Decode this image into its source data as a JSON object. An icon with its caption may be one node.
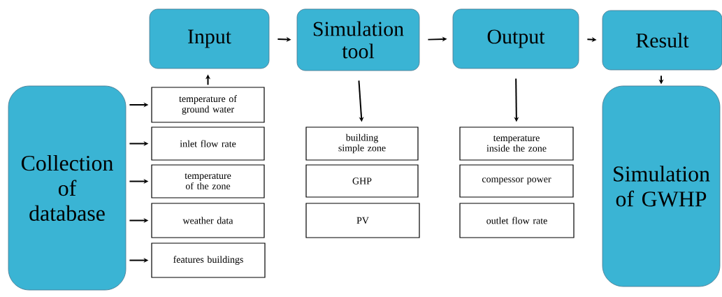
{
  "diagram": {
    "nodes": [
      {
        "text": [
          "Input"
        ]
      },
      {
        "text": [
          "Simulation tool"
        ]
      },
      {
        "text": [
          "Output"
        ]
      },
      {
        "text": [
          "Result"
        ]
      },
      {
        "text": [
          "Collection of database"
        ]
      },
      {
        "text": [
          "temperature of ground water"
        ]
      },
      {
        "text": [
          "inlet flow rate"
        ]
      },
      {
        "text": [
          "temperature of the zone"
        ]
      },
      {
        "text": [
          "weather data"
        ]
      },
      {
        "text": [
          "features buildings"
        ]
      },
      {
        "text": [
          "building simple zone"
        ]
      },
      {
        "text": [
          "GHP"
        ]
      },
      {
        "text": [
          "PV"
        ]
      },
      {
        "text": [
          "temperature inside the zone"
        ]
      },
      {
        "text": [
          "compessor power"
        ]
      },
      {
        "text": [
          "outlet flow rate"
        ]
      },
      {
        "text": [
          "Simulation of GWHP"
        ]
      }
    ],
    "edges": [
      {
        "from": 0,
        "to": 1,
        "arrow": "to"
      },
      {
        "from": 1,
        "to": 2,
        "arrow": "to"
      },
      {
        "from": 2,
        "to": 3,
        "arrow": "to"
      },
      {
        "from": 5,
        "to": 0,
        "arrow": "to"
      },
      {
        "from": 4,
        "to": 5,
        "arrow": "to"
      },
      {
        "from": 4,
        "to": 6,
        "arrow": "to"
      },
      {
        "from": 4,
        "to": 7,
        "arrow": "to"
      },
      {
        "from": 4,
        "to": 8,
        "arrow": "to"
      },
      {
        "from": 4,
        "to": 9,
        "arrow": "to"
      },
      {
        "from": 1,
        "to": 10,
        "arrow": "to"
      },
      {
        "from": 2,
        "to": 13,
        "arrow": "to"
      },
      {
        "from": 3,
        "to": 16,
        "arrow": "to"
      }
    ]
  }
}
